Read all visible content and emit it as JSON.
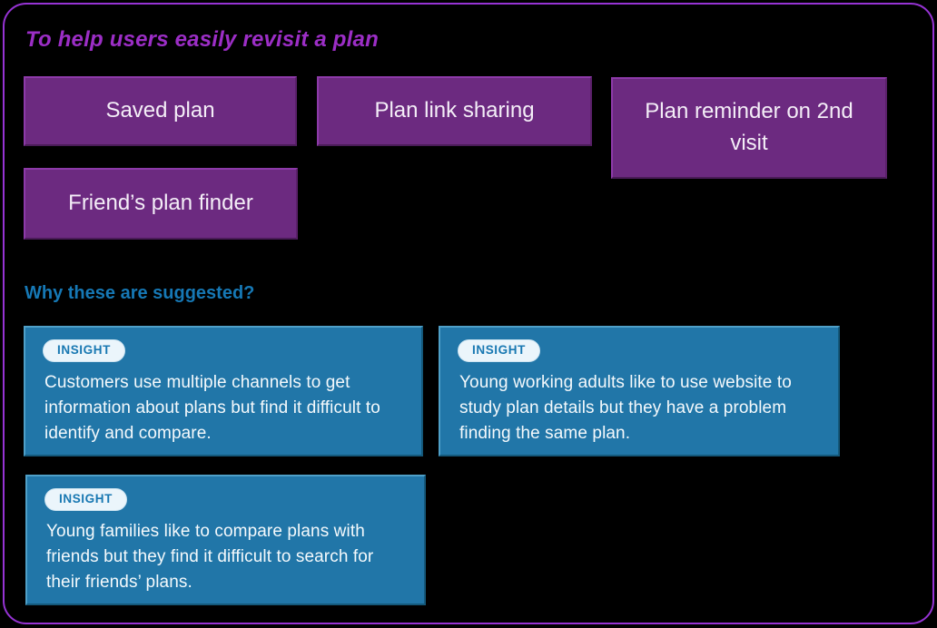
{
  "board": {
    "title": "To help users easily revisit a plan",
    "section_heading": "Why these are suggested?",
    "colors": {
      "background": "#000000",
      "frame_border": "#9633d4",
      "title_text": "#9c2ec6",
      "idea_card_fill": "#6c2a80",
      "idea_card_border": "#8d3aa9",
      "section_heading_text": "#1678b5",
      "insight_card_fill": "#2176a8",
      "insight_card_border": "#4fa0c8",
      "insight_badge_fill": "#ebf5fb",
      "insight_badge_text": "#1878b2",
      "card_text": "#ffffff"
    }
  },
  "idea_cards": [
    {
      "label": "Saved plan"
    },
    {
      "label": "Plan link sharing"
    },
    {
      "label": "Plan reminder on 2nd visit"
    },
    {
      "label": "Friend’s plan finder"
    }
  ],
  "insight_cards": [
    {
      "badge": "INSIGHT",
      "text": "Customers use multiple channels to get information about plans but find it difficult to identify and compare."
    },
    {
      "badge": "INSIGHT",
      "text": "Young working adults like to use website to study plan details but they have a problem finding the same plan."
    },
    {
      "badge": "INSIGHT",
      "text": "Young families like to compare plans with friends but they find it difficult to search for their friends’ plans."
    }
  ]
}
